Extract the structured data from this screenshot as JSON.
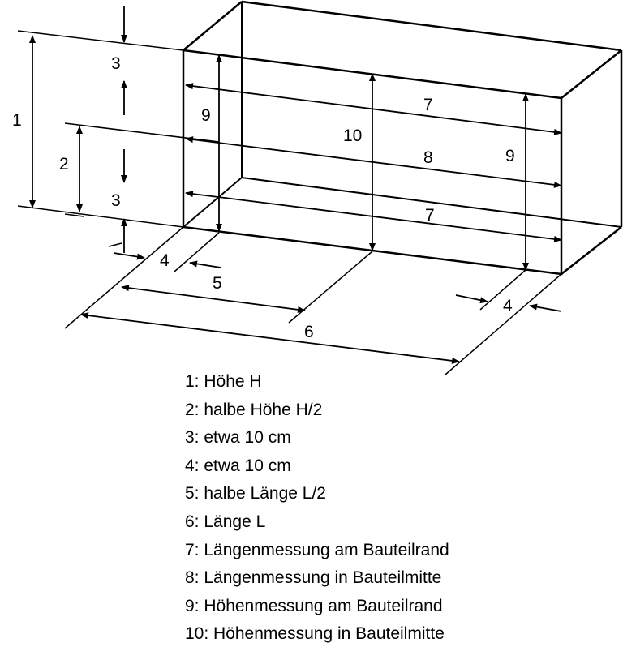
{
  "diagram": {
    "labels": {
      "hoehe": "1",
      "halbe_hoehe": "2",
      "abstand_oben": "3",
      "abstand_unten": "3",
      "abstand_links": "4",
      "abstand_rechts": "4",
      "halbe_laenge": "5",
      "laenge": "6",
      "laenge_oben": "7",
      "laenge_unten": "7",
      "laenge_mitte": "8",
      "hoehe_links": "9",
      "hoehe_rechts": "9",
      "hoehe_mitte": "10"
    }
  },
  "legend": [
    "1: Höhe H",
    "2: halbe Höhe H/2",
    "3: etwa 10 cm",
    "4: etwa 10 cm",
    "5: halbe Länge L/2",
    "6: Länge L",
    "7: Längenmessung am Bauteilrand",
    "8: Längenmessung in Bauteilmitte",
    "9: Höhenmessung am Bauteilrand",
    "10: Höhenmessung in Bauteilmitte"
  ]
}
